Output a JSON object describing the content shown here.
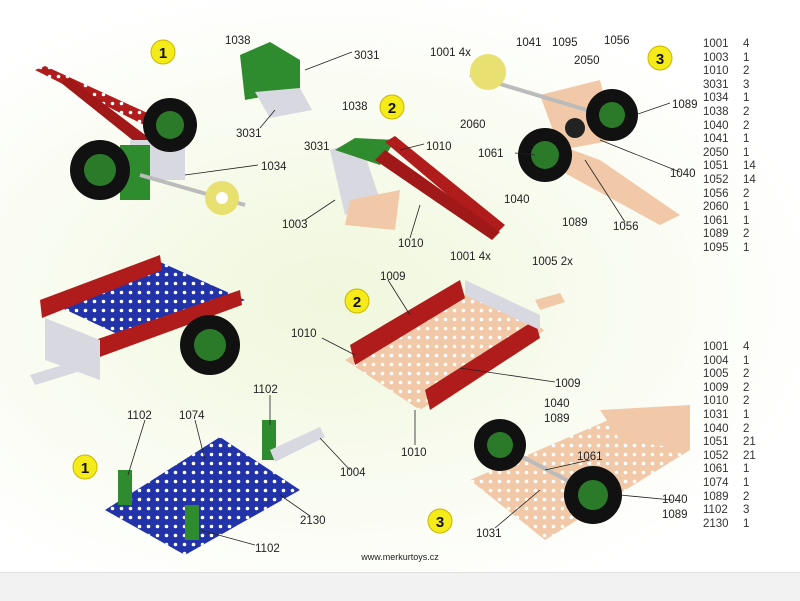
{
  "steps": {
    "top_left": "1",
    "top_middle": "2",
    "top_right": "3",
    "bottom_middle": "2",
    "bottom_left": "1",
    "bottom_right": "3"
  },
  "labels": {
    "tl": [
      "1038",
      "3031",
      "3031",
      "1034"
    ],
    "tm": [
      "1038",
      "3031",
      "1010",
      "1003",
      "1010"
    ],
    "tr": [
      "1001 4x",
      "1041",
      "1095",
      "1056",
      "2050",
      "2060",
      "1089",
      "1061",
      "1040",
      "1040",
      "1089",
      "1056"
    ],
    "bm": [
      "1001 4x",
      "1005 2x",
      "1009",
      "1010",
      "1009",
      "1010"
    ],
    "bl": [
      "1102",
      "1074",
      "1102",
      "1004",
      "2130",
      "1102"
    ],
    "br": [
      "1040",
      "1089",
      "1061",
      "1040",
      "1089",
      "1031"
    ]
  },
  "parts_top": [
    {
      "code": "1001",
      "qty": "4"
    },
    {
      "code": "1003",
      "qty": "1"
    },
    {
      "code": "1010",
      "qty": "2"
    },
    {
      "code": "3031",
      "qty": "3"
    },
    {
      "code": "1034",
      "qty": "1"
    },
    {
      "code": "1038",
      "qty": "2"
    },
    {
      "code": "1040",
      "qty": "2"
    },
    {
      "code": "1041",
      "qty": "1"
    },
    {
      "code": "2050",
      "qty": "1"
    },
    {
      "code": "1051",
      "qty": "14"
    },
    {
      "code": "1052",
      "qty": "14"
    },
    {
      "code": "1056",
      "qty": "2"
    },
    {
      "code": "2060",
      "qty": "1"
    },
    {
      "code": "1061",
      "qty": "1"
    },
    {
      "code": "1089",
      "qty": "2"
    },
    {
      "code": "1095",
      "qty": "1"
    }
  ],
  "parts_bottom": [
    {
      "code": "1001",
      "qty": "4"
    },
    {
      "code": "1004",
      "qty": "1"
    },
    {
      "code": "1005",
      "qty": "2"
    },
    {
      "code": "1009",
      "qty": "2"
    },
    {
      "code": "1010",
      "qty": "2"
    },
    {
      "code": "1031",
      "qty": "1"
    },
    {
      "code": "1040",
      "qty": "2"
    },
    {
      "code": "1051",
      "qty": "21"
    },
    {
      "code": "1052",
      "qty": "21"
    },
    {
      "code": "1061",
      "qty": "1"
    },
    {
      "code": "1074",
      "qty": "1"
    },
    {
      "code": "1089",
      "qty": "2"
    },
    {
      "code": "1102",
      "qty": "3"
    },
    {
      "code": "2130",
      "qty": "1"
    }
  ],
  "footer": "www.merkurtoys.cz",
  "colors": {
    "red": "#b01c1c",
    "green": "#2e8b2e",
    "blue": "#2233aa",
    "tan": "#f2c9a8",
    "silver": "#d8d8e0",
    "step": "#f5ea1a"
  }
}
